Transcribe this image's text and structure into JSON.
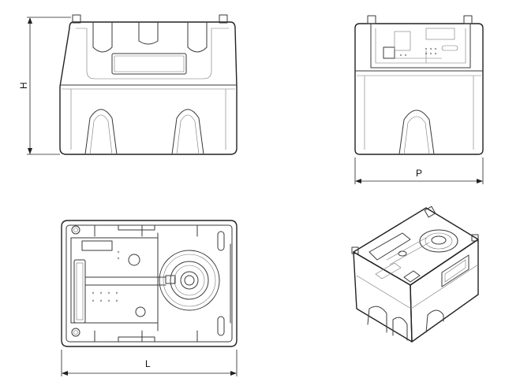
{
  "dimensions": {
    "height_label": "H",
    "depth_label": "P",
    "length_label": "L"
  }
}
